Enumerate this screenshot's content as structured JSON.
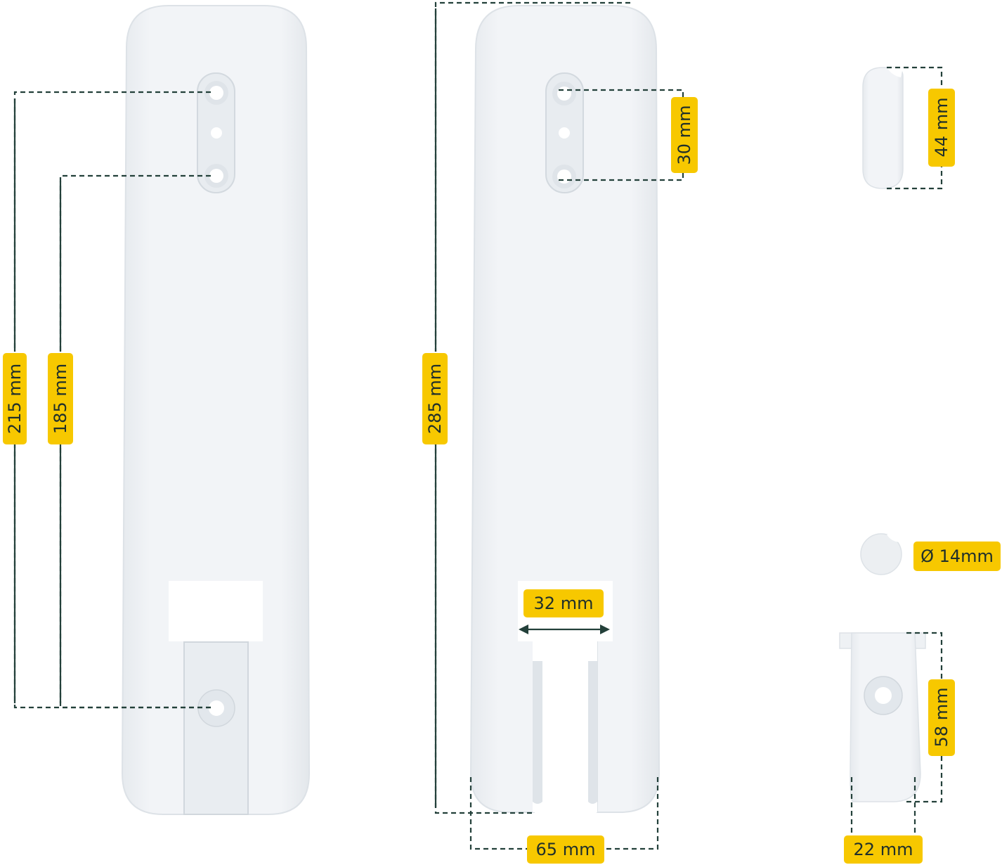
{
  "colors": {
    "badge": "#f7c800",
    "badge_text": "#1f2f2b",
    "lines": "#23403a",
    "part": "#eef1f4",
    "part_edge": "#d9dee3"
  },
  "dimensions": {
    "d215": "215 mm",
    "d185": "185 mm",
    "d285": "285 mm",
    "d30": "30 mm",
    "d32": "32 mm",
    "d65": "65 mm",
    "d44": "44 mm",
    "d14": "Ø 14mm",
    "d58": "58 mm",
    "d22": "22 mm"
  }
}
